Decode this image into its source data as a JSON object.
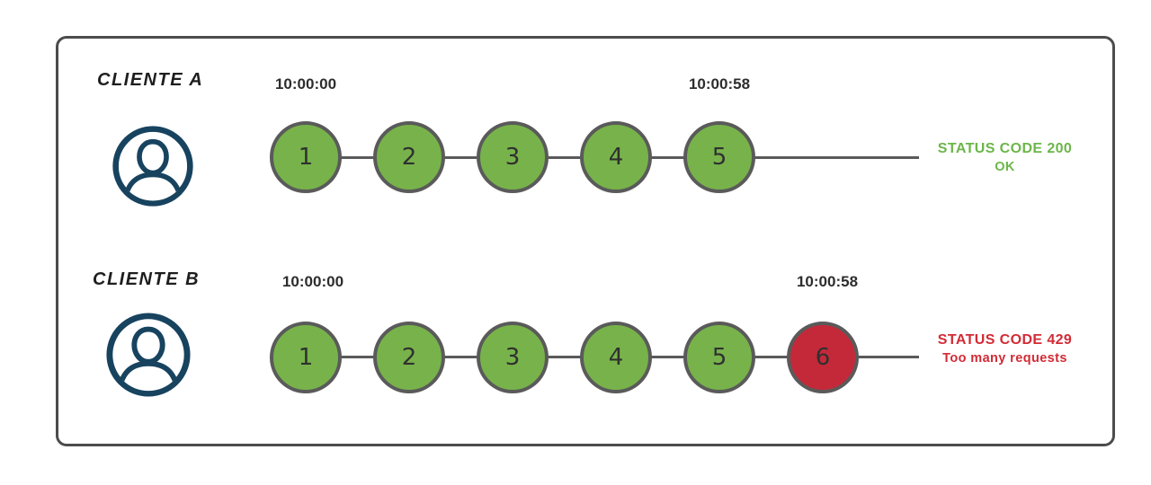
{
  "diagram": {
    "description": "Rate limiting diagram comparing two clients' requests in one time window"
  },
  "colors": {
    "request_accepted_green": "#77b34a",
    "request_rejected_red": "#c4293a",
    "node_border_gray": "#5a5a5a",
    "frame_border_gray": "#4c4c4c",
    "avatar_navy": "#17435f",
    "status_ok_text_green": "#6cb64a",
    "status_error_text_red": "#d22b35",
    "timestamp_text_dark": "#2d2d2d"
  },
  "rows": [
    {
      "client": "CLIENTE A",
      "start_time": "10:00:00",
      "end_time": "10:00:58",
      "requests": [
        "1",
        "2",
        "3",
        "4",
        "5"
      ],
      "status_line1": "STATUS CODE 200",
      "status_line2": "OK"
    },
    {
      "client": "CLIENTE B",
      "start_time": "10:00:00",
      "end_time": "10:00:58",
      "requests": [
        "1",
        "2",
        "3",
        "4",
        "5",
        "6"
      ],
      "status_line1": "STATUS CODE 429",
      "status_line2": "Too many requests"
    }
  ]
}
